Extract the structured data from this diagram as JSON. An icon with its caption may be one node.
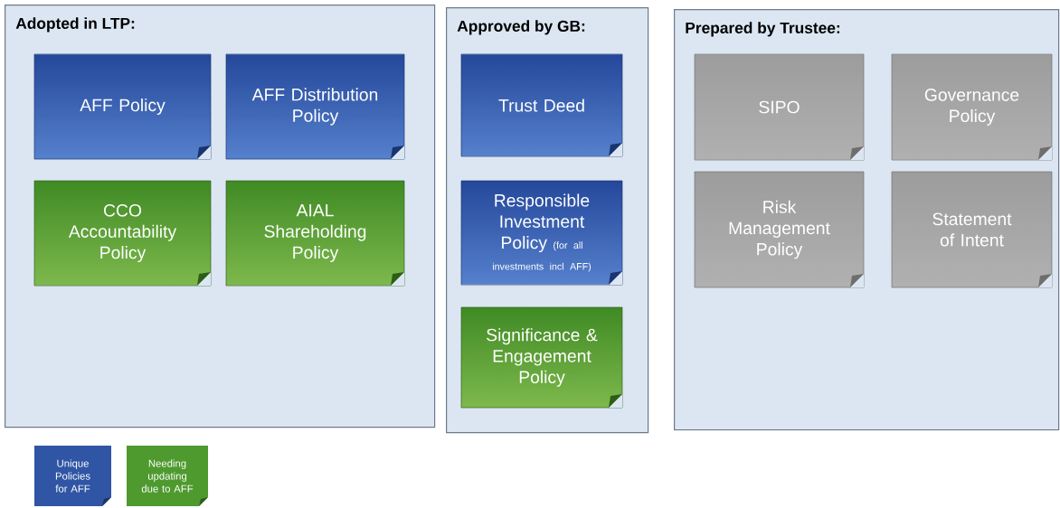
{
  "diagram": {
    "nodes": [
      {
        "text": [
          "Adopted in LTP:"
        ]
      },
      {
        "text": [
          "AFF Policy"
        ],
        "in": 0
      },
      {
        "text": [
          "AFF Distribution Policy"
        ],
        "in": 0
      },
      {
        "text": [
          "CCO Accountability Policy"
        ],
        "in": 0
      },
      {
        "text": [
          "AIAL Shareholding Policy"
        ],
        "in": 0
      },
      {
        "text": [
          "Approved by GB:"
        ]
      },
      {
        "text": [
          "Trust Deed"
        ],
        "in": 5
      },
      {
        "text": [
          "Responsible Investment Policy",
          "(for all investments incl AFF)"
        ],
        "in": 5
      },
      {
        "text": [
          "Significance & Engagement Policy"
        ],
        "in": 5
      },
      {
        "text": [
          "Prepared by Trustee:"
        ]
      },
      {
        "text": [
          "SIPO"
        ],
        "in": 9
      },
      {
        "text": [
          "Governance Policy"
        ],
        "in": 9
      },
      {
        "text": [
          "Risk Management Policy"
        ],
        "in": 9
      },
      {
        "text": [
          "Statement of Intent"
        ],
        "in": 9
      }
    ],
    "legend": [
      {
        "text": "Unique Policies for AFF",
        "color": "#2f55a4"
      },
      {
        "text": "Needing updating due to AFF",
        "color": "#4e9a2f"
      }
    ]
  }
}
